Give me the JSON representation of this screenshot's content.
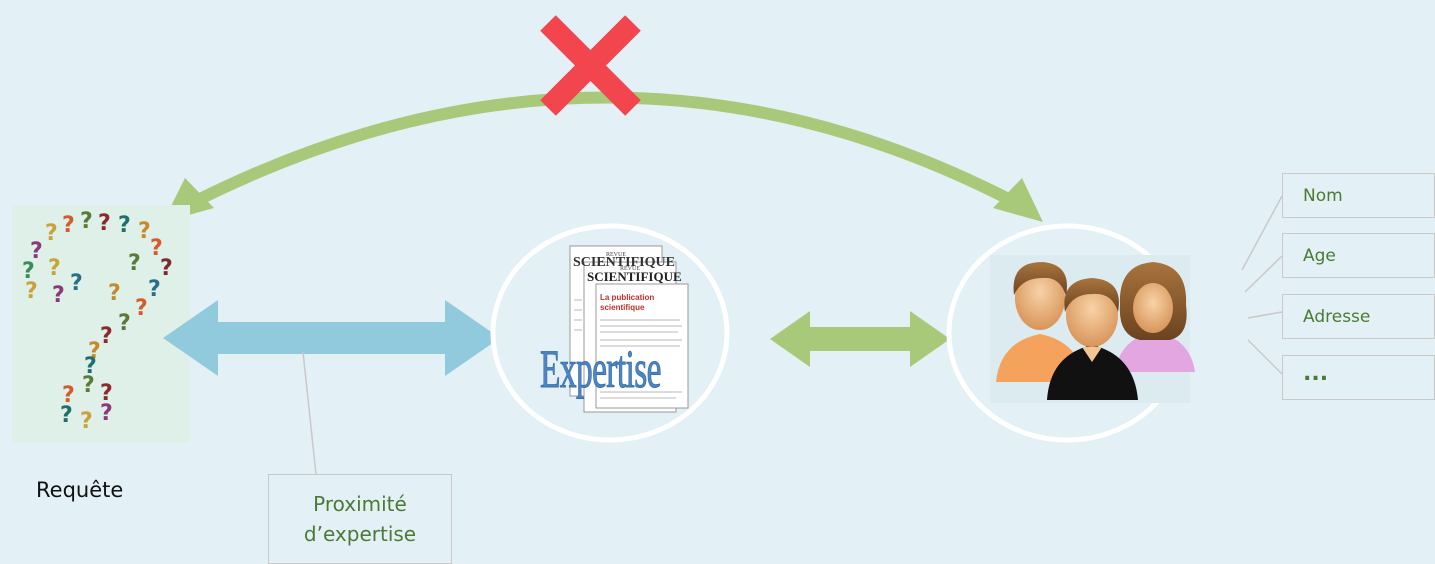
{
  "query": {
    "label": "Requête"
  },
  "proximity": {
    "line1": "Proximité",
    "line2": "d’expertise"
  },
  "documents": {
    "overlay_label": "Expertise",
    "header_top": "REVUE",
    "title": "SCIENTIFIQUE",
    "article_title_1": "La publication",
    "article_title_2": "scientifique"
  },
  "person_attributes": [
    "Nom",
    "Age",
    "Adresse",
    "..."
  ],
  "colors": {
    "background": "#e3f0f5",
    "green_arrow": "#a8c97a",
    "blue_arrow": "#92cadd",
    "cross": "#f2454d",
    "attribute_text": "#4b7a35"
  },
  "icons": {
    "query": "question-mark-icon",
    "documents": "scientific-paper-icon",
    "people": "people-group-icon",
    "blocked": "red-cross-icon"
  }
}
